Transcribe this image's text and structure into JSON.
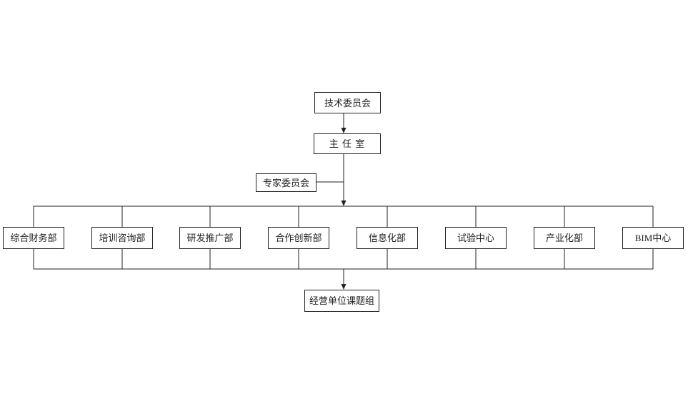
{
  "page": {
    "background_color": "#ffffff",
    "line_color": "#222222"
  },
  "org_chart": {
    "root": {
      "label": "技术委员会"
    },
    "director": {
      "label": "主 任 室"
    },
    "expert": {
      "label": "专家委员会"
    },
    "departments": [
      {
        "label": "综合财务部"
      },
      {
        "label": "培训咨询部"
      },
      {
        "label": "研发推广部"
      },
      {
        "label": "合作创新部"
      },
      {
        "label": "信息化部"
      },
      {
        "label": "试验中心"
      },
      {
        "label": "产业化部"
      },
      {
        "label": "BIM中心"
      }
    ],
    "bottom": {
      "label": "经营单位课题组"
    }
  }
}
